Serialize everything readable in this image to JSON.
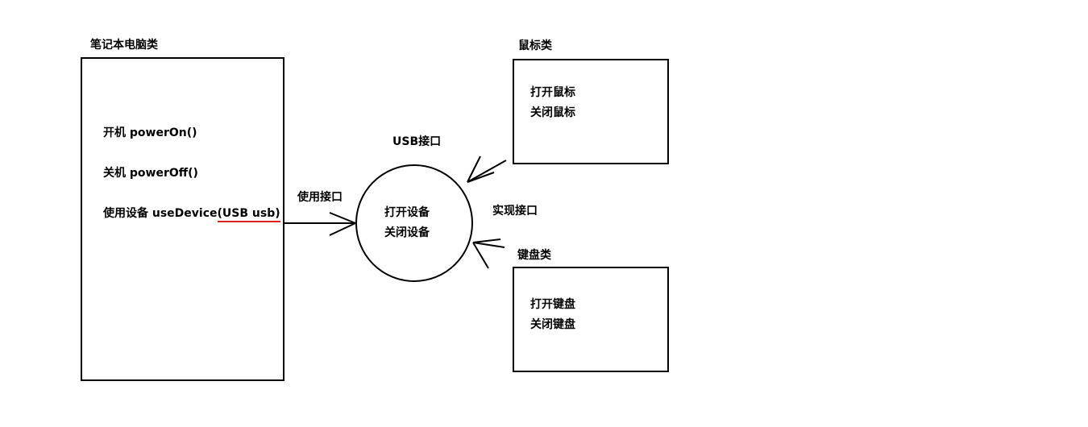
{
  "laptop": {
    "title": "笔记本电脑类",
    "method1": "开机 powerOn()",
    "method2": "关机 powerOff()",
    "method3_prefix": "使用设备 useDevice",
    "method3_param": "(USB usb)"
  },
  "usb": {
    "title": "USB接口",
    "method1": "打开设备",
    "method2": "关闭设备"
  },
  "mouse": {
    "title": "鼠标类",
    "method1": "打开鼠标",
    "method2": "关闭鼠标"
  },
  "keyboard": {
    "title": "键盘类",
    "method1": "打开键盘",
    "method2": "关闭键盘"
  },
  "edges": {
    "use_label": "使用接口",
    "implement_label": "实现接口"
  },
  "colors": {
    "stroke": "#000000",
    "highlight": "#e0221e"
  }
}
